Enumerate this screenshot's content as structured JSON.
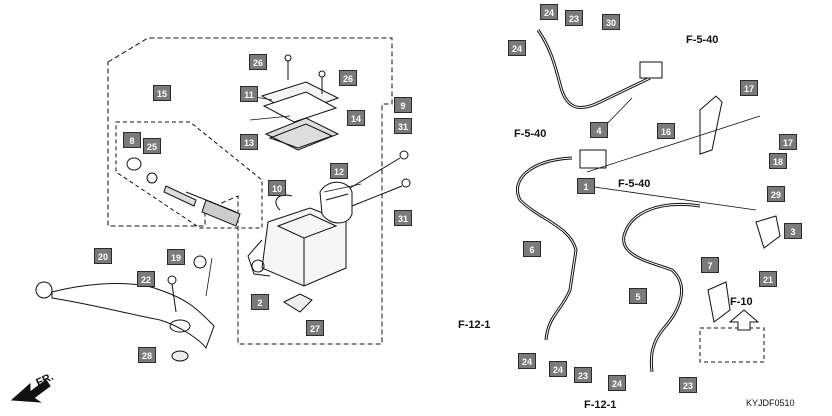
{
  "drawing_code": "KYJDF0510",
  "direction_label": "FR.",
  "refs": {
    "f540_top": "F-5-40",
    "f540_left": "F-5-40",
    "f540_mid": "F-5-40",
    "f10": "F-10",
    "f121_left": "F-12-1",
    "f121_bottom": "F-12-1"
  },
  "callouts": [
    {
      "id": "c24a",
      "num": "24"
    },
    {
      "id": "c24b",
      "num": "24"
    },
    {
      "id": "c23a",
      "num": "23"
    },
    {
      "id": "c30",
      "num": "30"
    },
    {
      "id": "c4",
      "num": "4"
    },
    {
      "id": "c17a",
      "num": "17"
    },
    {
      "id": "c16",
      "num": "16"
    },
    {
      "id": "c17b",
      "num": "17"
    },
    {
      "id": "c18",
      "num": "18"
    },
    {
      "id": "c1",
      "num": "1"
    },
    {
      "id": "c29",
      "num": "29"
    },
    {
      "id": "c3",
      "num": "3"
    },
    {
      "id": "c6",
      "num": "6"
    },
    {
      "id": "c7",
      "num": "7"
    },
    {
      "id": "c21",
      "num": "21"
    },
    {
      "id": "c5",
      "num": "5"
    },
    {
      "id": "c24c",
      "num": "24"
    },
    {
      "id": "c24d",
      "num": "24"
    },
    {
      "id": "c23b",
      "num": "23"
    },
    {
      "id": "c24e",
      "num": "24"
    },
    {
      "id": "c23c",
      "num": "23"
    },
    {
      "id": "c26a",
      "num": "26"
    },
    {
      "id": "c26b",
      "num": "26"
    },
    {
      "id": "c9",
      "num": "9"
    },
    {
      "id": "c11",
      "num": "11"
    },
    {
      "id": "c14",
      "num": "14"
    },
    {
      "id": "c31a",
      "num": "31"
    },
    {
      "id": "c13",
      "num": "13"
    },
    {
      "id": "c15",
      "num": "15"
    },
    {
      "id": "c8",
      "num": "8"
    },
    {
      "id": "c25",
      "num": "25"
    },
    {
      "id": "c12",
      "num": "12"
    },
    {
      "id": "c10",
      "num": "10"
    },
    {
      "id": "c31b",
      "num": "31"
    },
    {
      "id": "c20",
      "num": "20"
    },
    {
      "id": "c19",
      "num": "19"
    },
    {
      "id": "c22",
      "num": "22"
    },
    {
      "id": "c2",
      "num": "2"
    },
    {
      "id": "c27",
      "num": "27"
    },
    {
      "id": "c28",
      "num": "28"
    }
  ]
}
